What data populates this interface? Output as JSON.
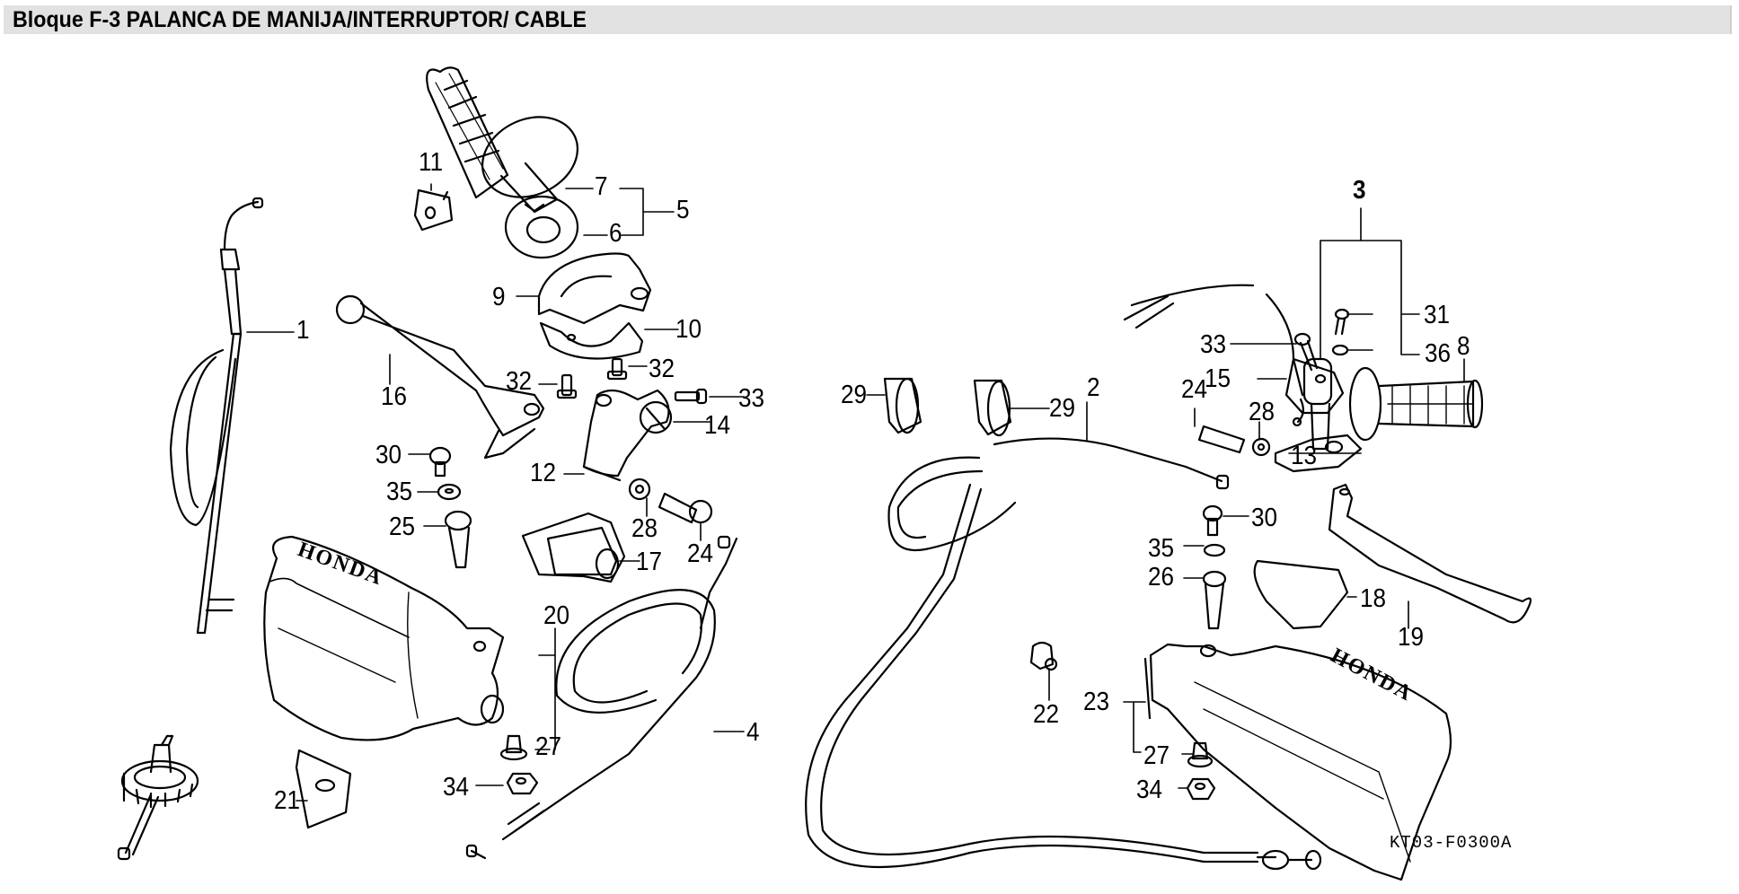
{
  "title": "Bloque  F-3 PALANCA DE MANIJA/INTERRUPTOR/ CABLE",
  "diagram_code": "KT03-F0300A",
  "brand_marks": [
    "HONDA",
    "HONDA"
  ],
  "callouts": [
    {
      "id": "c1",
      "text": "1"
    },
    {
      "id": "c2",
      "text": "2"
    },
    {
      "id": "c3",
      "text": "3"
    },
    {
      "id": "c4",
      "text": "4"
    },
    {
      "id": "c5",
      "text": "5"
    },
    {
      "id": "c6",
      "text": "6"
    },
    {
      "id": "c7",
      "text": "7"
    },
    {
      "id": "c8",
      "text": "8"
    },
    {
      "id": "c9",
      "text": "9"
    },
    {
      "id": "c10",
      "text": "10"
    },
    {
      "id": "c11",
      "text": "11"
    },
    {
      "id": "c12",
      "text": "12"
    },
    {
      "id": "c13",
      "text": "13"
    },
    {
      "id": "c14",
      "text": "14"
    },
    {
      "id": "c15",
      "text": "15"
    },
    {
      "id": "c16",
      "text": "16"
    },
    {
      "id": "c17",
      "text": "17"
    },
    {
      "id": "c18",
      "text": "18"
    },
    {
      "id": "c19",
      "text": "19"
    },
    {
      "id": "c20",
      "text": "20"
    },
    {
      "id": "c21",
      "text": "21"
    },
    {
      "id": "c22",
      "text": "22"
    },
    {
      "id": "c23",
      "text": "23"
    },
    {
      "id": "c24a",
      "text": "24"
    },
    {
      "id": "c24b",
      "text": "24"
    },
    {
      "id": "c25",
      "text": "25"
    },
    {
      "id": "c26",
      "text": "26"
    },
    {
      "id": "c27a",
      "text": "27"
    },
    {
      "id": "c27b",
      "text": "27"
    },
    {
      "id": "c28a",
      "text": "28"
    },
    {
      "id": "c28b",
      "text": "28"
    },
    {
      "id": "c29a",
      "text": "29"
    },
    {
      "id": "c29b",
      "text": "29"
    },
    {
      "id": "c30a",
      "text": "30"
    },
    {
      "id": "c30b",
      "text": "30"
    },
    {
      "id": "c31",
      "text": "31"
    },
    {
      "id": "c32a",
      "text": "32"
    },
    {
      "id": "c32b",
      "text": "32"
    },
    {
      "id": "c33a",
      "text": "33"
    },
    {
      "id": "c33b",
      "text": "33"
    },
    {
      "id": "c34a",
      "text": "34"
    },
    {
      "id": "c34b",
      "text": "34"
    },
    {
      "id": "c35a",
      "text": "35"
    },
    {
      "id": "c35b",
      "text": "35"
    },
    {
      "id": "c36",
      "text": "36"
    }
  ]
}
